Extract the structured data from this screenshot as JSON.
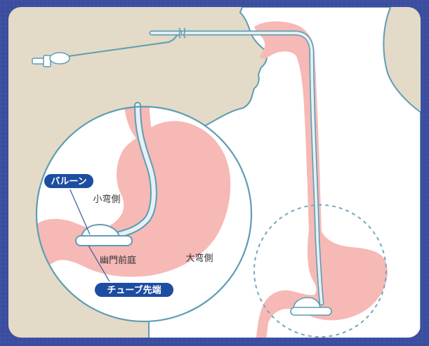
{
  "labels": {
    "balloon": "バルーン",
    "lesser_curvature": "小弯側",
    "antrum": "幽門前庭",
    "greater_curvature": "大弯側",
    "tube_tip": "チューブ先端"
  },
  "colors": {
    "outer_background": "#3b4ea0",
    "panel_background": "#e3dac7",
    "body_fill": "#ffffff",
    "organ_pink": "#f6b9b6",
    "outline": "#5e9db3",
    "tube_fill": "#e6f1f5",
    "pill_fill": "#1c4da1",
    "leader_line": "#3c6aa0",
    "dashed_circle": "#7aa6ba"
  }
}
